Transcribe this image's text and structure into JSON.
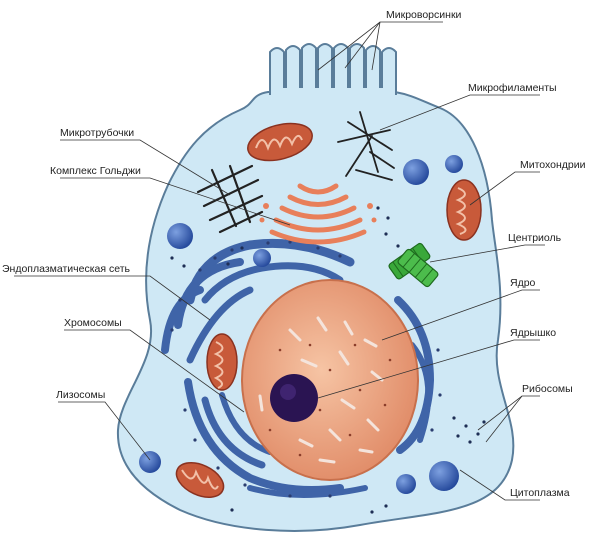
{
  "labels": {
    "microvilli": "Микроворсинки",
    "microfilaments": "Микрофиламенты",
    "microtubules": "Микротрубочки",
    "golgi": "Комплекс Гольджи",
    "mitochondria": "Митохондрии",
    "centriole": "Центриоль",
    "er": "Эндоплазматическая сеть",
    "nucleus": "Ядро",
    "chromosomes": "Хромосомы",
    "nucleolus": "Ядрышко",
    "lysosomes": "Лизосомы",
    "ribosomes": "Рибосомы",
    "cytoplasm": "Цитоплазма"
  },
  "colors": {
    "cytoplasm": "#cfe8f5",
    "membrane": "#5a7d9a",
    "nucleus": "#eea27e",
    "nucleolus": "#2a1452",
    "er": "#3f64a8",
    "mitochondria": "#b24a32",
    "golgi": "#e87f5a",
    "centriole": "#3aa83a",
    "lysosome": "#2f55a8"
  }
}
